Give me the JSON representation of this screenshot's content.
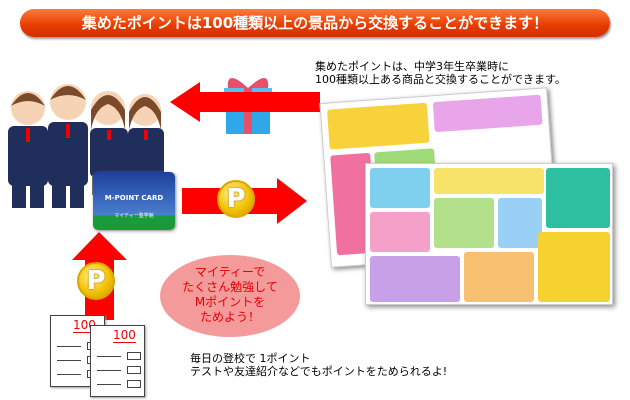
{
  "banner": {
    "title": "集めたポイントは100種類以上の景品から交換することができます！",
    "color": "#e63b00"
  },
  "description": {
    "line1": "集めたポイントは、中学3年生卒業時に",
    "line2": "100種類以上ある商品と交換することができます。"
  },
  "card": {
    "label": "M-POINT CARD",
    "brand": "マイティー塾学館"
  },
  "coin_label": "P",
  "test_score": "100",
  "bubble": {
    "line1": "マイティーで",
    "line2": "たくさん勉強して",
    "line3": "Mポイントを",
    "line4": "ためよう！"
  },
  "footer": {
    "line1": "毎日の登校で 1ポイント",
    "line2": "テストや友達紹介などでもポイントをためられるよ!"
  },
  "arrow_color": "#ff0000"
}
